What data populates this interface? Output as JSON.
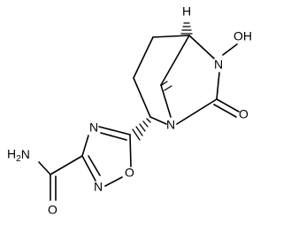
{
  "structure": {
    "atom_labels": {
      "h_top": "H",
      "oh": "OH",
      "n_bridge": "N",
      "n_ring": "N",
      "o_carbonyl_ring": "O",
      "n_oxadiazole_top": "N",
      "n_oxadiazole_bottom": "N",
      "o_oxadiazole": "O",
      "h2n": "H2N",
      "o_amide": "O"
    }
  }
}
